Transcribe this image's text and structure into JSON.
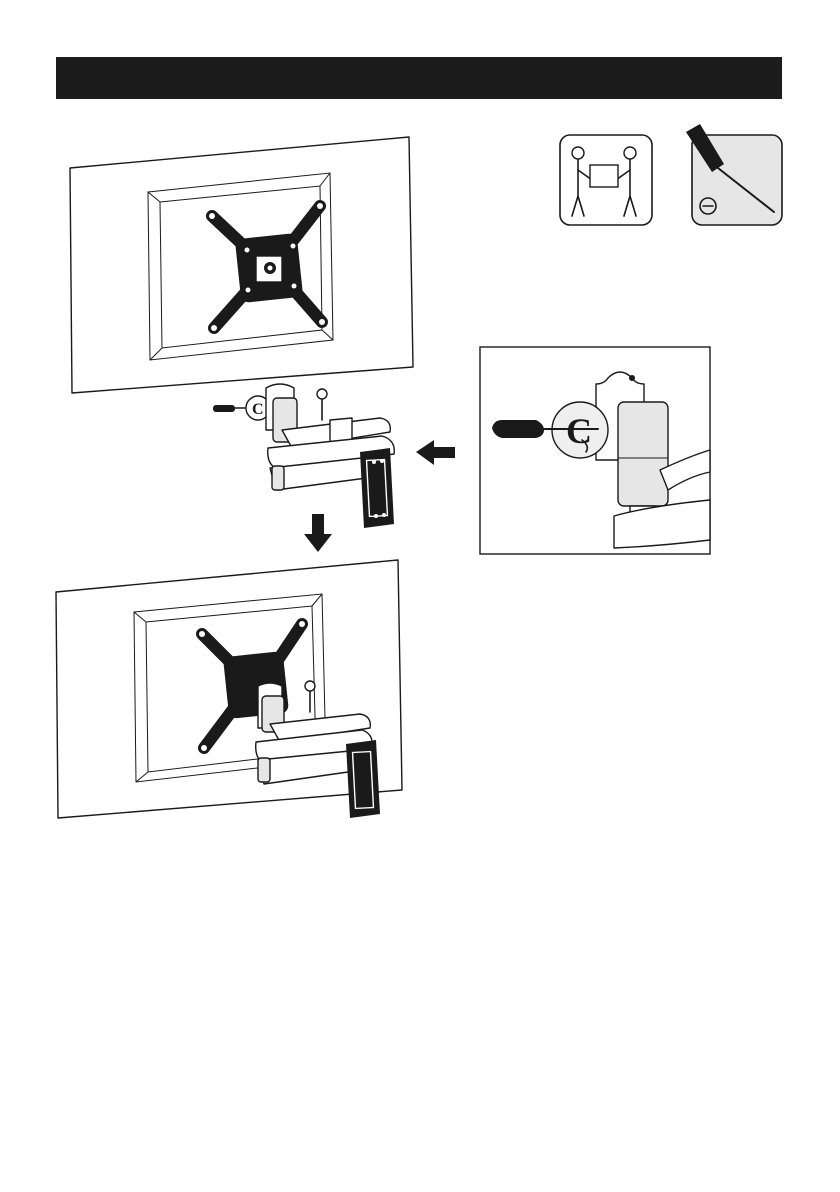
{
  "header": {
    "bar_color": "#1c1c1c"
  },
  "steps": {
    "monitor_rear_view": "monitor-rear-view",
    "arm_assembly": "wall-arm-assembly",
    "assembled_view": "assembled-monitor-view",
    "detail_view": "set-screw-detail"
  },
  "icons": {
    "two_person": "two-person-lift-icon",
    "screwdriver": "flathead-screwdriver-icon"
  }
}
